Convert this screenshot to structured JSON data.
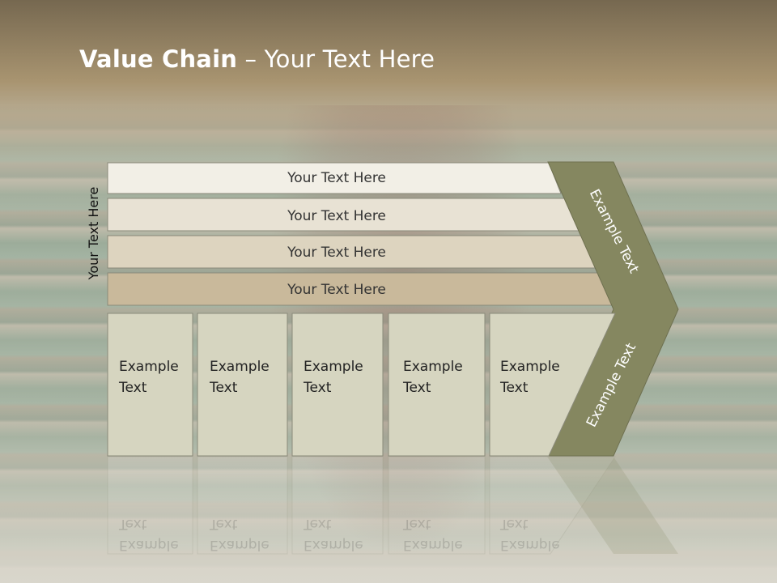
{
  "slide": {
    "title_bold": "Value Chain",
    "title_rest": " – Your Text Here",
    "side_label": "Your Text Here"
  },
  "bars": [
    {
      "label": "Your Text Here",
      "fill": "#f2efe6"
    },
    {
      "label": "Your Text Here",
      "fill": "#e8e2d4"
    },
    {
      "label": "Your Text Here",
      "fill": "#ddd4bf"
    },
    {
      "label": "Your Text Here",
      "fill": "#c9b99b"
    }
  ],
  "boxes": [
    {
      "line1": "Example",
      "line2": "Text"
    },
    {
      "line1": "Example",
      "line2": "Text"
    },
    {
      "line1": "Example",
      "line2": "Text"
    },
    {
      "line1": "Example",
      "line2": "Text"
    },
    {
      "line1": "Example",
      "line2": "Text"
    }
  ],
  "chevron": {
    "upper_label": "Example Text",
    "lower_label": "Example Text",
    "fill": "#858760"
  },
  "colors": {
    "box_fill": "#d6d5c0",
    "outline": "#888878"
  }
}
